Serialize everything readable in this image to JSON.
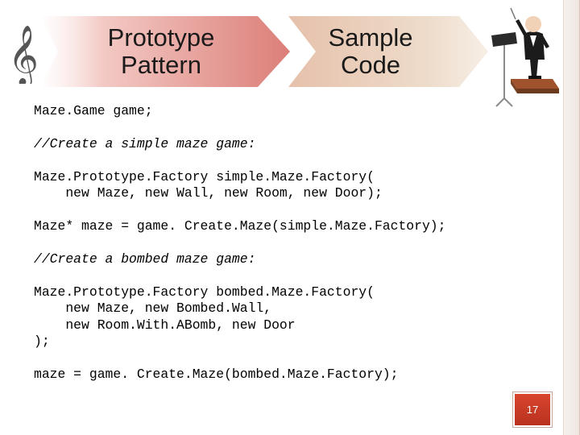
{
  "slide": {
    "banner_left_title": "Prototype\nPattern",
    "banner_right_title": "Sample\nCode",
    "page_number": "17"
  },
  "code": {
    "lines": [
      "Maze.Game game;",
      "",
      "//Create a simple maze game:",
      "",
      "Maze.Prototype.Factory simple.Maze.Factory(",
      "    new Maze, new Wall, new Room, new Door);",
      "",
      "Maze* maze = game. Create.Maze(simple.Maze.Factory);",
      "",
      "//Create a bombed maze game:",
      "",
      "Maze.Prototype.Factory bombed.Maze.Factory(",
      "    new Maze, new Bombed.Wall,",
      "    new Room.With.ABomb, new Door",
      ");",
      "",
      "maze = game. Create.Maze(bombed.Maze.Factory);"
    ]
  },
  "icons": {
    "clef": "treble-clef-icon",
    "conductor": "conductor-clipart"
  },
  "colors": {
    "banner_left": "#e08a84",
    "banner_right": "#e9cfb4",
    "page_badge": "#c0392b",
    "right_border": "#efe6e1"
  }
}
